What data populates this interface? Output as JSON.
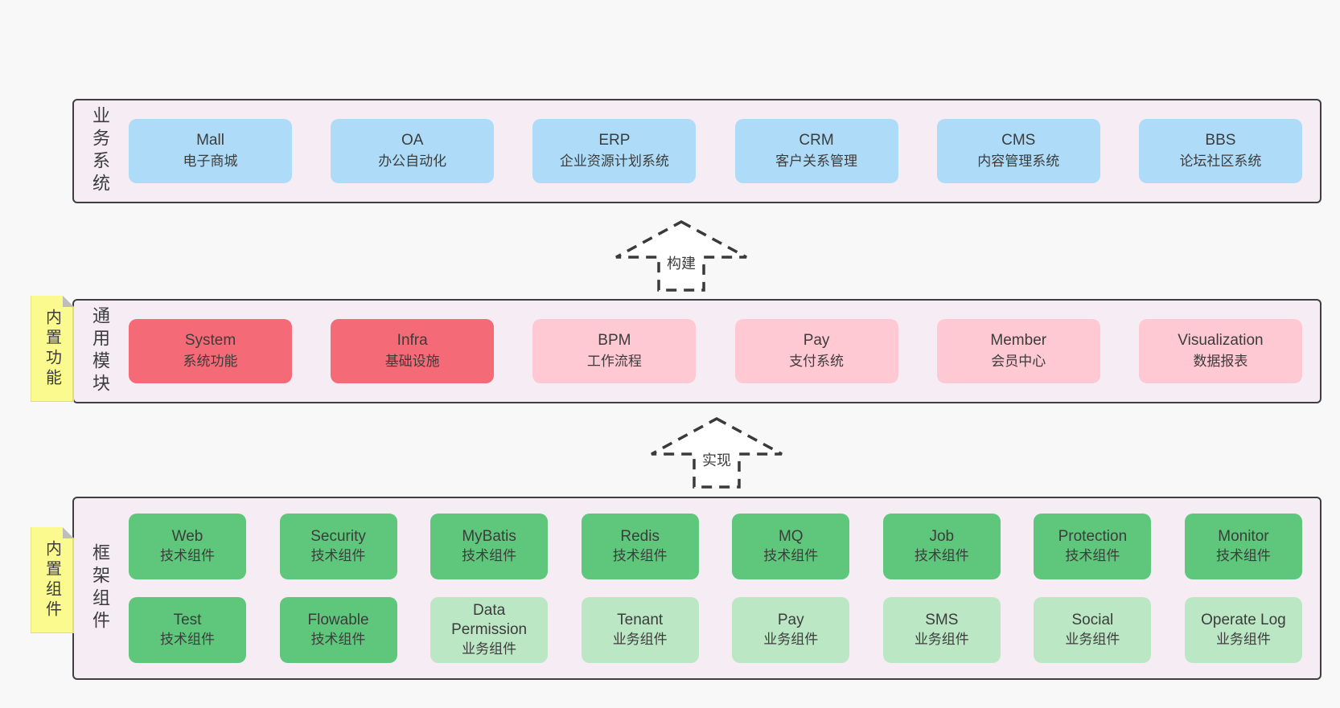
{
  "colors": {
    "page_bg": "#f8f8f8",
    "panel_bg": "#f6ecf4",
    "panel_border": "#3f3f3f",
    "box_blue": "#aedcf8",
    "box_red": "#f46a76",
    "box_pink": "#fec9d2",
    "box_green": "#5fc77b",
    "box_green_light": "#bce7c5",
    "sticky_yellow": "#fafa8e",
    "text": "#3c3c3c"
  },
  "arrows": [
    {
      "label": "构建"
    },
    {
      "label": "实现"
    }
  ],
  "layers": [
    {
      "name": "业务系统",
      "boxes": [
        {
          "en": "Mall",
          "zh": "电子商城"
        },
        {
          "en": "OA",
          "zh": "办公自动化"
        },
        {
          "en": "ERP",
          "zh": "企业资源计划系统"
        },
        {
          "en": "CRM",
          "zh": "客户关系管理"
        },
        {
          "en": "CMS",
          "zh": "内容管理系统"
        },
        {
          "en": "BBS",
          "zh": "论坛社区系统"
        }
      ]
    },
    {
      "name": "通用模块",
      "sticky": "内置功能",
      "boxes": [
        {
          "en": "System",
          "zh": "系统功能"
        },
        {
          "en": "Infra",
          "zh": "基础设施"
        },
        {
          "en": "BPM",
          "zh": "工作流程"
        },
        {
          "en": "Pay",
          "zh": "支付系统"
        },
        {
          "en": "Member",
          "zh": "会员中心"
        },
        {
          "en": "Visualization",
          "zh": "数据报表"
        }
      ]
    },
    {
      "name": "框架组件",
      "sticky": "内置组件",
      "rows": [
        [
          {
            "en": "Web",
            "zh": "技术组件"
          },
          {
            "en": "Security",
            "zh": "技术组件"
          },
          {
            "en": "MyBatis",
            "zh": "技术组件"
          },
          {
            "en": "Redis",
            "zh": "技术组件"
          },
          {
            "en": "MQ",
            "zh": "技术组件"
          },
          {
            "en": "Job",
            "zh": "技术组件"
          },
          {
            "en": "Protection",
            "zh": "技术组件"
          },
          {
            "en": "Monitor",
            "zh": "技术组件"
          }
        ],
        [
          {
            "en": "Test",
            "zh": "技术组件"
          },
          {
            "en": "Flowable",
            "zh": "技术组件"
          },
          {
            "en": "Data Permission",
            "zh": "业务组件"
          },
          {
            "en": "Tenant",
            "zh": "业务组件"
          },
          {
            "en": "Pay",
            "zh": "业务组件"
          },
          {
            "en": "SMS",
            "zh": "业务组件"
          },
          {
            "en": "Social",
            "zh": "业务组件"
          },
          {
            "en": "Operate Log",
            "zh": "业务组件"
          }
        ]
      ]
    }
  ]
}
